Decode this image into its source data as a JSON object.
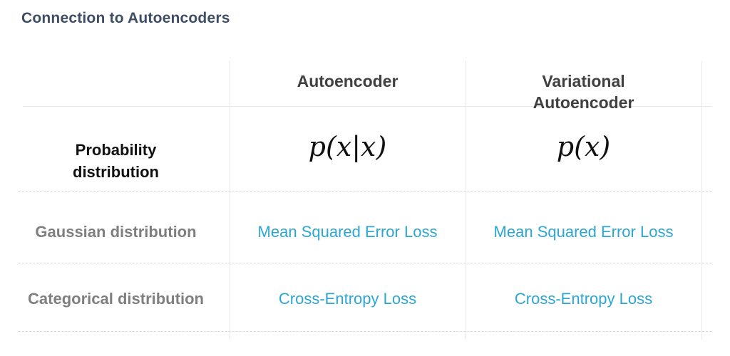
{
  "title": "Connection to Autoencoders",
  "colors": {
    "title_text": "#3e4d63",
    "header_text": "#404040",
    "row_label_text": "#7f7f7f",
    "loss_text": "#2ca6d2",
    "math_text": "#111111",
    "grid_solid": "#e9e9e9",
    "grid_dashed": "#d8d8d8",
    "background": "#ffffff"
  },
  "table": {
    "columns": [
      {
        "header": ""
      },
      {
        "header": "Autoencoder"
      },
      {
        "header": "Variational Autoencoder"
      }
    ],
    "rows": [
      {
        "label": "Probability distribution",
        "autoencoder": "p(x|x)",
        "vae": "p(x)"
      },
      {
        "label": "Gaussian distribution",
        "autoencoder": "Mean Squared Error Loss",
        "vae": "Mean Squared Error Loss"
      },
      {
        "label": "Categorical distribution",
        "autoencoder": "Cross-Entropy Loss",
        "vae": "Cross-Entropy Loss"
      }
    ]
  }
}
